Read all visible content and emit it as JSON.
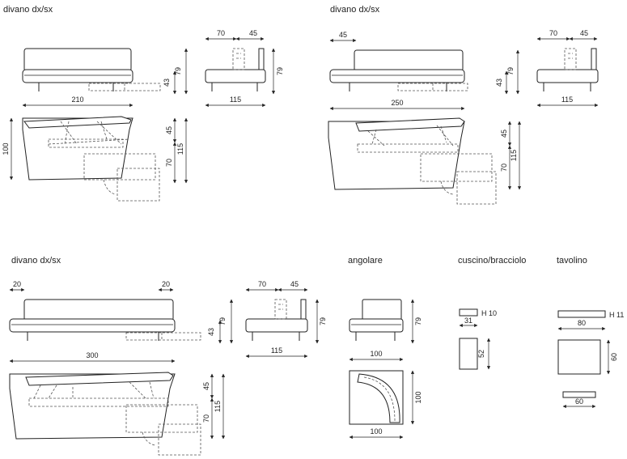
{
  "titles": {
    "divano210": "divano dx/sx",
    "divano250": "divano dx/sx",
    "divano300": "divano dx/sx",
    "angolare": "angolare",
    "cuscino": "cuscino/bracciolo",
    "tavolino": "tavolino"
  },
  "dims": {
    "d1": {
      "w": "210",
      "h43": "43",
      "h79": "79",
      "depth": "100",
      "h45": "45",
      "h70": "70",
      "h115": "115"
    },
    "s1": {
      "a": "70",
      "b": "45",
      "w": "115",
      "h79": "79"
    },
    "d2": {
      "arm": "45",
      "w": "250",
      "h43": "43",
      "h79": "79",
      "h45": "45",
      "h70": "70",
      "h115": "115"
    },
    "s2": {
      "a": "70",
      "b": "45",
      "w": "115"
    },
    "d3": {
      "armL": "20",
      "armR": "20",
      "w": "300",
      "h43": "43",
      "h79": "79",
      "h45": "45",
      "h70": "70",
      "h115": "115"
    },
    "s3": {
      "a": "70",
      "b": "45",
      "w": "115",
      "h79": "79"
    },
    "ang": {
      "h79": "79",
      "w": "100",
      "d": "100",
      "w2": "100"
    },
    "cus": {
      "h": "H 10",
      "w": "31",
      "l": "52"
    },
    "tav": {
      "h": "H 11",
      "w": "80",
      "d": "60",
      "w2": "60"
    }
  }
}
